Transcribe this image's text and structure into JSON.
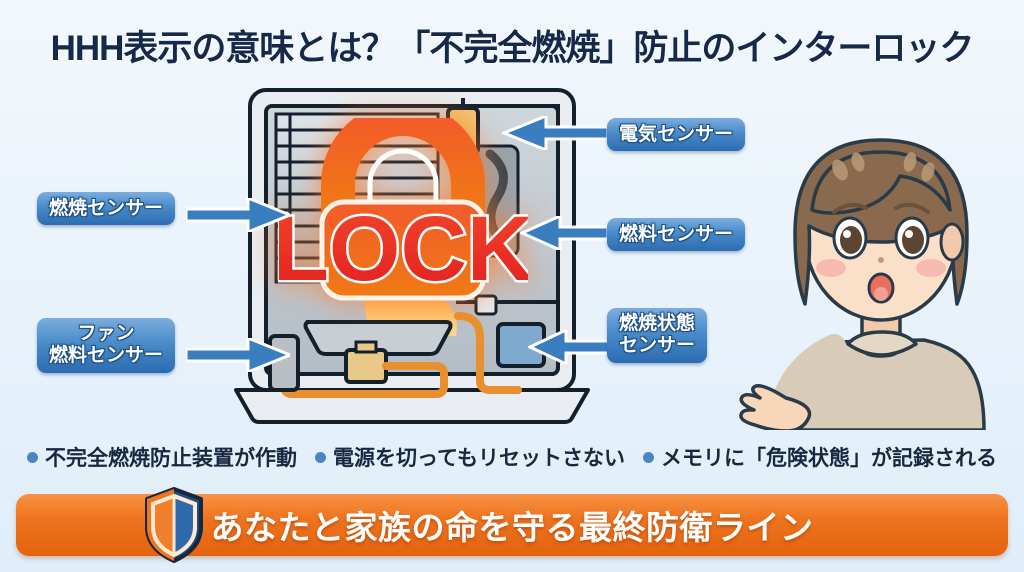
{
  "page": {
    "title": "HHH表示の意味とは？「不完全燃焼」防止のインターロック",
    "background_color": "#eaf3fb",
    "title_color": "#17294a"
  },
  "callouts": [
    {
      "id": "combustion-sensor",
      "text": "燃焼センサー",
      "side": "left",
      "lines": [
        "燃焼センサー"
      ]
    },
    {
      "id": "fan-fuel-sensor",
      "text": "ファン 燃料センサー",
      "side": "left",
      "lines": [
        "ファン",
        "燃料センサー"
      ]
    },
    {
      "id": "electric-sensor",
      "text": "電気センサー",
      "side": "right",
      "lines": [
        "電気センサー"
      ]
    },
    {
      "id": "fuel-sensor",
      "text": "燃料センサー",
      "side": "right",
      "lines": [
        "燃料センサー"
      ]
    },
    {
      "id": "combustion-state-sensor",
      "text": "燃焼状態 センサー",
      "side": "right",
      "lines": [
        "燃焼状態",
        "センサー"
      ]
    }
  ],
  "diagram": {
    "lock_text": "LOCK",
    "lock_color": "#ef3b24",
    "arrow_color": "#3a7ebf",
    "label_color": "#3c7fbe"
  },
  "bullets": [
    {
      "text": "不完全燃焼防止装置が作動"
    },
    {
      "text": "電源を切ってもリセットさない"
    },
    {
      "text": "メモリに「危険状態」が記録される"
    }
  ],
  "banner": {
    "text": "あなたと家族の命を守る最終防衛ライン",
    "color_start": "#f79244",
    "color_end": "#e4620d",
    "icon": "shield-icon"
  }
}
